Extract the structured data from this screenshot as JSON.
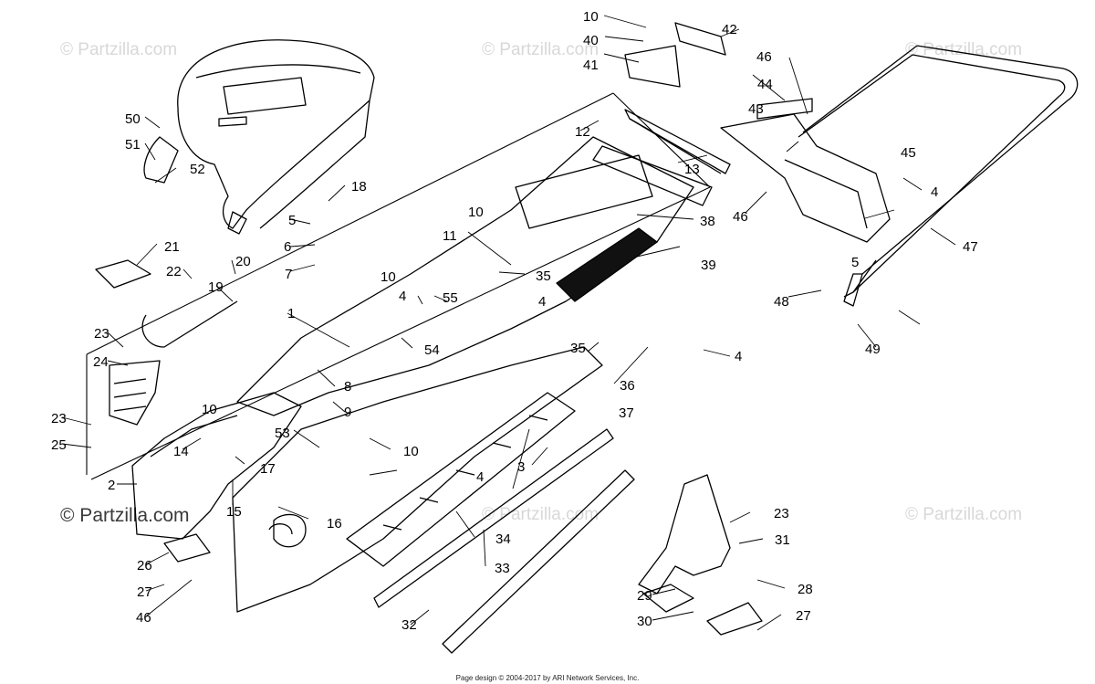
{
  "watermark": "© Partzilla.com",
  "footer": "Page design © 2004-2017 by ARI Network Services, Inc.",
  "callouts": [
    {
      "n": "1"
    },
    {
      "n": "2"
    },
    {
      "n": "3"
    },
    {
      "n": "4"
    },
    {
      "n": "4"
    },
    {
      "n": "4"
    },
    {
      "n": "4"
    },
    {
      "n": "4"
    },
    {
      "n": "5"
    },
    {
      "n": "5"
    },
    {
      "n": "6"
    },
    {
      "n": "7"
    },
    {
      "n": "8"
    },
    {
      "n": "9"
    },
    {
      "n": "10"
    },
    {
      "n": "10"
    },
    {
      "n": "10"
    },
    {
      "n": "10"
    },
    {
      "n": "10"
    },
    {
      "n": "11"
    },
    {
      "n": "12"
    },
    {
      "n": "13"
    },
    {
      "n": "14"
    },
    {
      "n": "15"
    },
    {
      "n": "16"
    },
    {
      "n": "17"
    },
    {
      "n": "18"
    },
    {
      "n": "19"
    },
    {
      "n": "20"
    },
    {
      "n": "21"
    },
    {
      "n": "22"
    },
    {
      "n": "23"
    },
    {
      "n": "23"
    },
    {
      "n": "23"
    },
    {
      "n": "24"
    },
    {
      "n": "25"
    },
    {
      "n": "26"
    },
    {
      "n": "27"
    },
    {
      "n": "27"
    },
    {
      "n": "28"
    },
    {
      "n": "29"
    },
    {
      "n": "30"
    },
    {
      "n": "31"
    },
    {
      "n": "32"
    },
    {
      "n": "33"
    },
    {
      "n": "34"
    },
    {
      "n": "35"
    },
    {
      "n": "35"
    },
    {
      "n": "36"
    },
    {
      "n": "37"
    },
    {
      "n": "38"
    },
    {
      "n": "39"
    },
    {
      "n": "40"
    },
    {
      "n": "41"
    },
    {
      "n": "42"
    },
    {
      "n": "43"
    },
    {
      "n": "44"
    },
    {
      "n": "45"
    },
    {
      "n": "46"
    },
    {
      "n": "46"
    },
    {
      "n": "46"
    },
    {
      "n": "47"
    },
    {
      "n": "48"
    },
    {
      "n": "49"
    },
    {
      "n": "50"
    },
    {
      "n": "51"
    },
    {
      "n": "52"
    },
    {
      "n": "53"
    },
    {
      "n": "54"
    },
    {
      "n": "55"
    }
  ]
}
